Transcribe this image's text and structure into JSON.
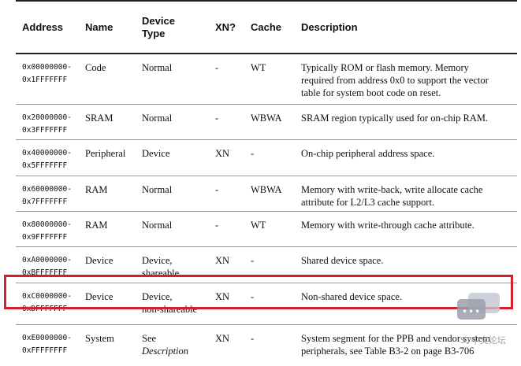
{
  "headers": {
    "address": "Address",
    "name": "Name",
    "device_type_line1": "Device",
    "device_type_line2": "Type",
    "xn": "XN?",
    "cache": "Cache",
    "description": "Description"
  },
  "rows": [
    {
      "addr1": "0x00000000-",
      "addr2": "0x1FFFFFFF",
      "name": "Code",
      "type1": "Normal",
      "type2": "",
      "xn": "-",
      "cache": "WT",
      "desc": [
        "Typically ROM or flash memory. Memory",
        "required from address 0x0 to support the vector",
        "table for system boot code on reset."
      ]
    },
    {
      "addr1": "0x20000000-",
      "addr2": "0x3FFFFFFF",
      "name": "SRAM",
      "type1": "Normal",
      "type2": "",
      "xn": "-",
      "cache": "WBWA",
      "desc": [
        "SRAM region typically used for on-chip RAM."
      ]
    },
    {
      "addr1": "0x40000000-",
      "addr2": "0x5FFFFFFF",
      "name": "Peripheral",
      "type1": "Device",
      "type2": "",
      "xn": "XN",
      "cache": "-",
      "desc": [
        "On-chip peripheral address space."
      ]
    },
    {
      "addr1": "0x60000000-",
      "addr2": "0x7FFFFFFF",
      "name": "RAM",
      "type1": "Normal",
      "type2": "",
      "xn": "-",
      "cache": "WBWA",
      "desc": [
        "Memory with write-back, write allocate cache",
        "attribute for L2/L3 cache support."
      ]
    },
    {
      "addr1": "0x80000000-",
      "addr2": "0x9FFFFFFF",
      "name": "RAM",
      "type1": "Normal",
      "type2": "",
      "xn": "-",
      "cache": "WT",
      "desc": [
        "Memory with write-through cache attribute."
      ]
    },
    {
      "addr1": "0xA0000000-",
      "addr2": "0xBFFFFFFF",
      "name": "Device",
      "type1": "Device,",
      "type2": "shareable",
      "xn": "XN",
      "cache": "-",
      "desc": [
        "Shared device space."
      ]
    },
    {
      "addr1": "0xC0000000-",
      "addr2": "0xDFFFFFFF",
      "name": "Device",
      "type1": "Device,",
      "type2": "non-shareable",
      "xn": "XN",
      "cache": "-",
      "desc": [
        "Non-shared device space."
      ]
    },
    {
      "addr1": "0xE0000000-",
      "addr2": "0xFFFFFFFF",
      "name": "System",
      "type1": "See",
      "type2": "Description",
      "xn": "XN",
      "cache": "-",
      "desc": [
        "System segment for the PPB and vendor system",
        "peripherals, see Table B3-2 on page B3-706"
      ]
    }
  ],
  "highlight_color": "#d42028",
  "watermark": {
    "icon": "chat-bubbles-icon",
    "dots": "•••",
    "text": "ST中文论坛"
  }
}
